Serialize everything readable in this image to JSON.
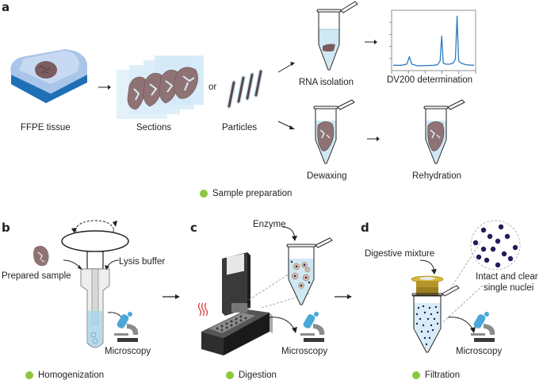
{
  "panels": {
    "a": {
      "letter": "a",
      "labels": {
        "ffpe": "FFPE tissue",
        "sections": "Sections",
        "or": "or",
        "particles": "Particles",
        "rna": "RNA isolation",
        "dv200": "DV200 determination",
        "dewaxing": "Dewaxing",
        "rehydration": "Rehydration"
      },
      "legend": "Sample preparation"
    },
    "b": {
      "letter": "b",
      "labels": {
        "lysis": "Lysis buffer",
        "prepared": "Prepared sample",
        "microscopy": "Microscopy"
      },
      "legend": "Homogenization"
    },
    "c": {
      "letter": "c",
      "labels": {
        "enzyme": "Enzyme",
        "microscopy": "Microscopy"
      },
      "legend": "Digestion"
    },
    "d": {
      "letter": "d",
      "labels": {
        "mixture": "Digestive mixture",
        "nuclei_line1": "Intact and clear",
        "nuclei_line2": "single nuclei",
        "microscopy": "Microscopy"
      },
      "legend": "Filtration"
    }
  },
  "colors": {
    "legend_dot": "#8dc63f",
    "liquid": "#cfe8f3",
    "tissue": "#8a6f70",
    "block_top": "#bcd3ee",
    "block_side": "#1f6fb5",
    "trace": "#2a7bc2",
    "microscope_blue": "#4aa7d8",
    "nuclei": "#1f1d5c",
    "filter_gold": "#d9b83a",
    "heat": "#d8312b"
  },
  "chart_data": {
    "type": "line",
    "title": "DV200 determination",
    "xlabel": "",
    "ylabel": "",
    "x_ticks": 6,
    "y_ticks": 4,
    "description": "Electropherogram trace with a small early peak and two tall peaks",
    "series": [
      {
        "name": "trace",
        "x": [
          0,
          0.1,
          0.17,
          0.2,
          0.23,
          0.3,
          0.5,
          0.55,
          0.58,
          0.6,
          0.62,
          0.65,
          0.7,
          0.74,
          0.77,
          0.79,
          0.81,
          0.84,
          0.9,
          1.0
        ],
        "y": [
          0.04,
          0.04,
          0.06,
          0.2,
          0.06,
          0.03,
          0.04,
          0.05,
          0.12,
          0.58,
          0.08,
          0.06,
          0.06,
          0.08,
          0.15,
          0.95,
          0.12,
          0.08,
          0.05,
          0.04
        ]
      }
    ]
  }
}
